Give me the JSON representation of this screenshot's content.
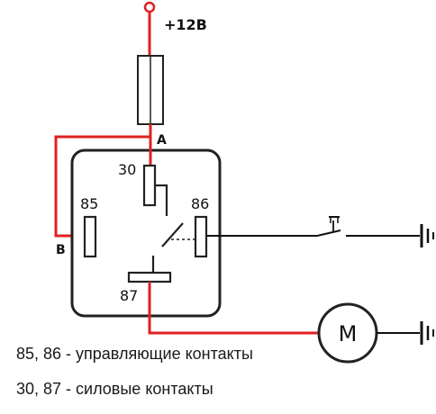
{
  "supply_label": "+12В",
  "point_a_label": "А",
  "point_b_label": "В",
  "pins": {
    "p30": "30",
    "p85": "85",
    "p86": "86",
    "p87": "87"
  },
  "motor_label": "М",
  "captions": [
    "85, 86 - управляющие контакты",
    "30, 87 - силовые контакты"
  ],
  "colors": {
    "wire_power": "#e02020",
    "wire_control": "#111111",
    "outline": "#222222"
  }
}
